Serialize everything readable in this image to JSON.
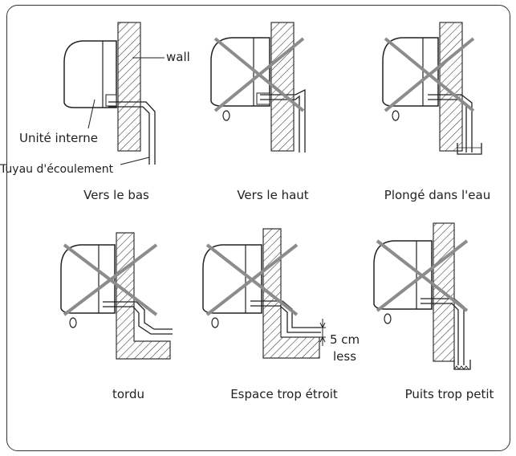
{
  "labels": {
    "wall": "wall",
    "indoor_unit": "Unité interne",
    "drain_hose": "Tuyau d'écoulement",
    "gap_value": "5 cm",
    "gap_less": "less"
  },
  "panels": [
    {
      "id": "downward",
      "caption": "Vers le bas",
      "crossed": false
    },
    {
      "id": "upward",
      "caption": "Vers le haut",
      "crossed": true
    },
    {
      "id": "submerged",
      "caption": "Plongé dans l'eau",
      "crossed": true
    },
    {
      "id": "twisted",
      "caption": "tordu",
      "crossed": true
    },
    {
      "id": "gap-too-narrow",
      "caption": "Espace trop étroit",
      "crossed": true
    },
    {
      "id": "well-too-small",
      "caption": "Puits trop petit",
      "crossed": true
    }
  ],
  "colors": {
    "line": "#2a2a2a",
    "cross": "#8c8c8c"
  }
}
